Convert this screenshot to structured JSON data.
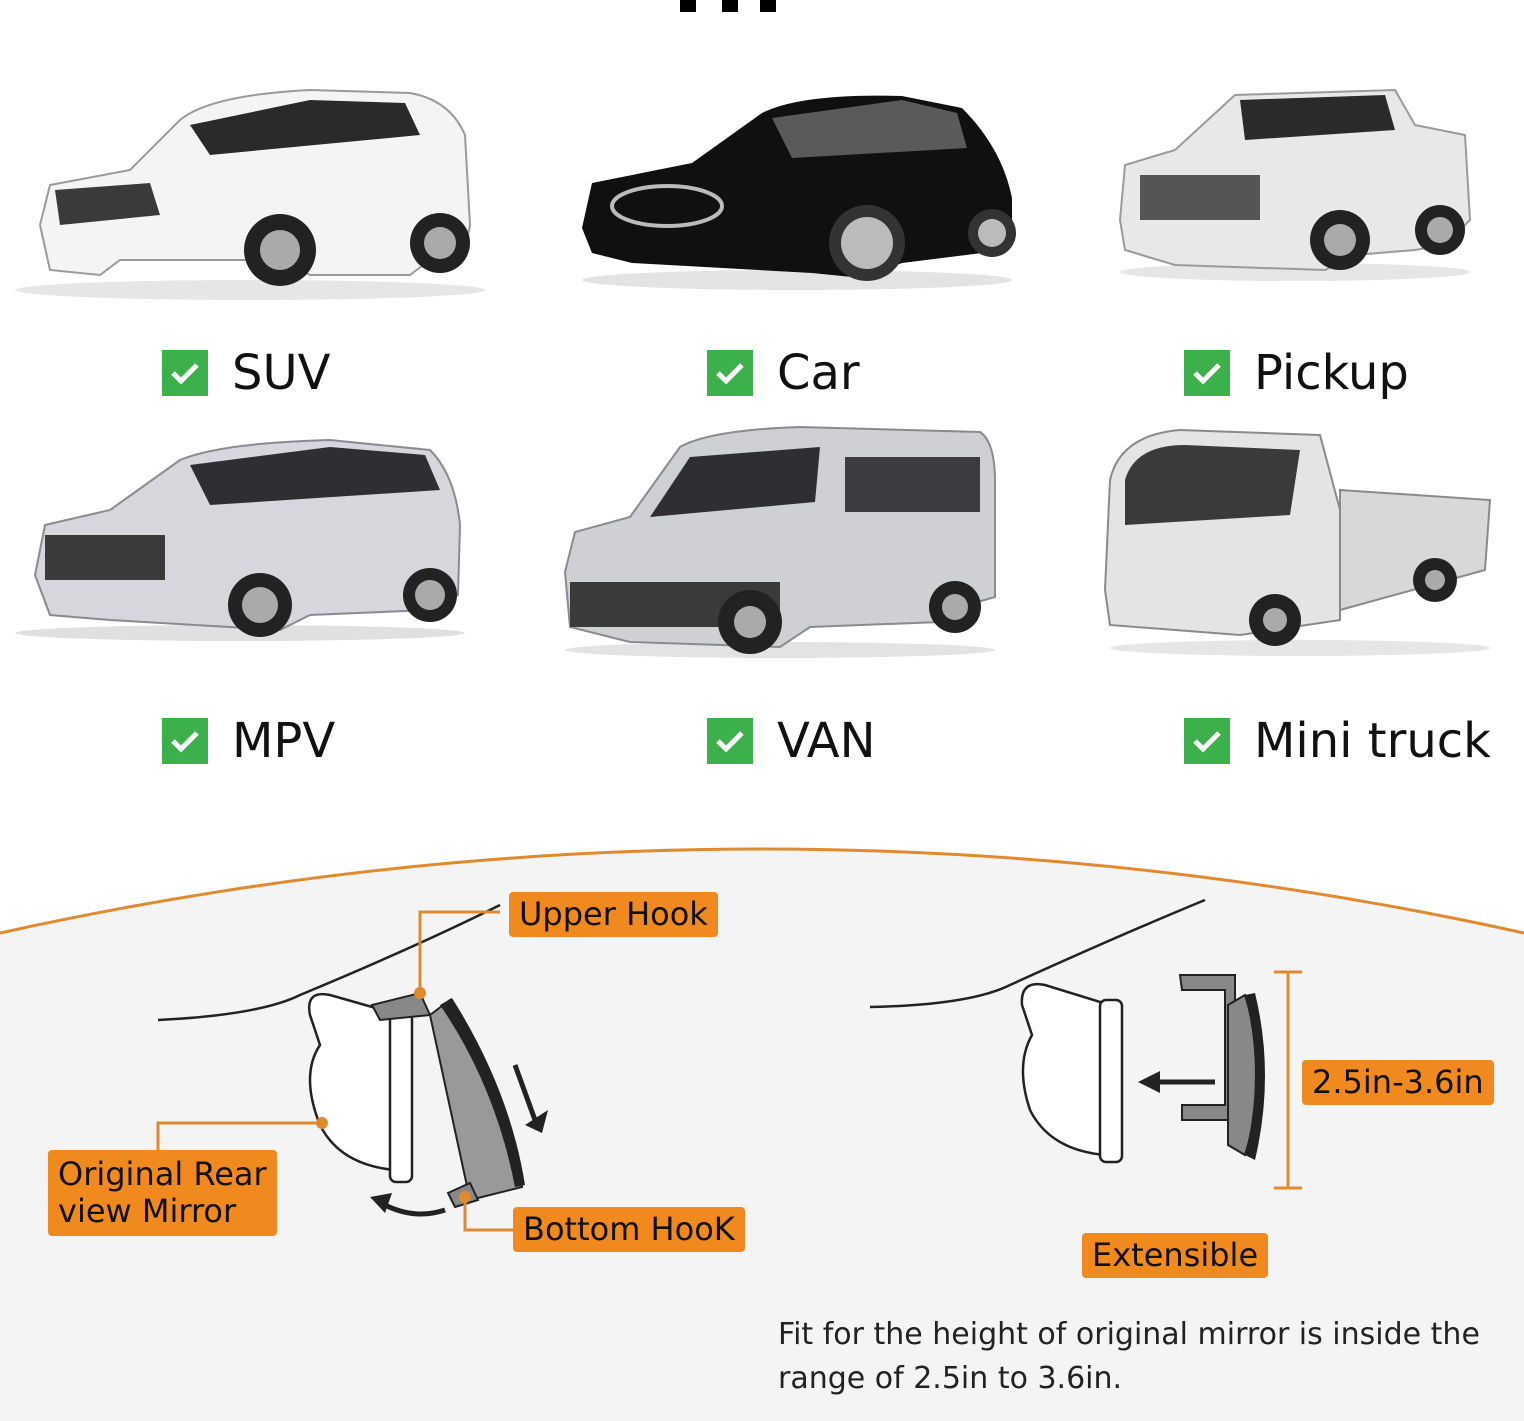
{
  "vehicles": [
    {
      "label": "SUV",
      "icon": "suv-image"
    },
    {
      "label": "Car",
      "icon": "sedan-image"
    },
    {
      "label": "Pickup",
      "icon": "pickup-image"
    },
    {
      "label": "MPV",
      "icon": "mpv-image"
    },
    {
      "label": "VAN",
      "icon": "van-image"
    },
    {
      "label": "Mini truck",
      "icon": "mini-truck-image"
    }
  ],
  "check_color": "#3cb04a",
  "accent_color": "#f08a1e",
  "diagram": {
    "upper_hook": "Upper Hook",
    "bottom_hook": "Bottom HooK",
    "original_mirror_line1": "Original Rear",
    "original_mirror_line2": "view Mirror",
    "range": "2.5in-3.6in",
    "extensible": "Extensible",
    "note": "Fit for the height of original mirror is inside the range of 2.5in to 3.6in."
  }
}
